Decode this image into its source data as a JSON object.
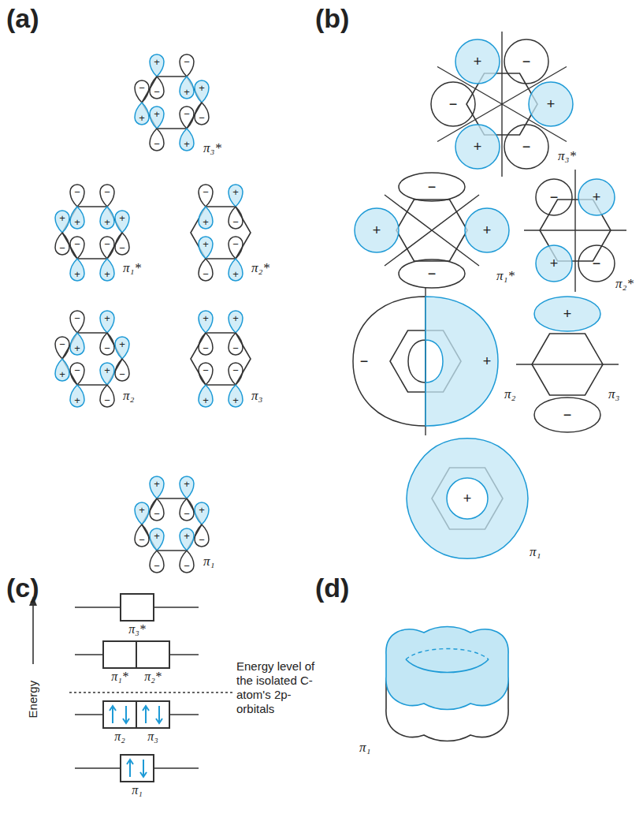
{
  "diagram": {
    "nodes": [
      {
        "text": [
          "+"
        ]
      },
      {
        "text": [
          "−"
        ]
      },
      {
        "text": [
          "−"
        ]
      },
      {
        "text": [
          "+"
        ]
      },
      {
        "text": [
          "+"
        ]
      },
      {
        "text": [
          "−"
        ]
      },
      {
        "text": [
          "−"
        ]
      },
      {
        "text": [
          "+"
        ]
      },
      {
        "text": [
          "+"
        ]
      },
      {
        "text": [
          "−"
        ]
      },
      {
        "text": [
          "−"
        ]
      },
      {
        "text": [
          "+"
        ]
      },
      {
        "text": [
          "−"
        ]
      },
      {
        "text": [
          "+"
        ]
      },
      {
        "text": [
          "−"
        ]
      },
      {
        "text": [
          "+"
        ]
      },
      {
        "text": [
          "+"
        ]
      },
      {
        "text": [
          "−"
        ]
      },
      {
        "text": [
          "−"
        ]
      },
      {
        "text": [
          "+"
        ]
      },
      {
        "text": [
          "−"
        ]
      },
      {
        "text": [
          "+"
        ]
      },
      {
        "text": [
          "+"
        ]
      },
      {
        "text": [
          "−"
        ]
      },
      {
        "text": [
          "−"
        ]
      },
      {
        "text": [
          "+"
        ]
      },
      {
        "text": [
          "+"
        ]
      },
      {
        "text": [
          "−"
        ]
      },
      {
        "text": [
          "−"
        ]
      },
      {
        "text": [
          "+"
        ]
      },
      {
        "text": [
          "+"
        ]
      },
      {
        "text": [
          "−"
        ]
      },
      {
        "text": [
          "−"
        ]
      },
      {
        "text": [
          "+"
        ]
      },
      {
        "text": [
          "+"
        ]
      },
      {
        "text": [
          "−"
        ]
      },
      {
        "text": [
          "+"
        ]
      },
      {
        "text": [
          "−"
        ]
      },
      {
        "text": [
          "+"
        ]
      },
      {
        "text": [
          "−"
        ]
      },
      {
        "text": [
          "−"
        ]
      },
      {
        "text": [
          "+"
        ]
      },
      {
        "text": [
          "−"
        ]
      },
      {
        "text": [
          "+"
        ]
      },
      {
        "text": [
          "+"
        ]
      },
      {
        "text": [
          "−"
        ]
      },
      {
        "text": [
          "+"
        ]
      },
      {
        "text": [
          "−"
        ]
      },
      {
        "text": [
          "−"
        ]
      },
      {
        "text": [
          "+"
        ]
      },
      {
        "text": [
          "−"
        ]
      },
      {
        "text": [
          "+"
        ]
      },
      {
        "text": [
          "+"
        ]
      },
      {
        "text": [
          "−"
        ]
      },
      {
        "text": [
          "+"
        ]
      },
      {
        "text": [
          "−"
        ]
      },
      {
        "text": [
          "+"
        ]
      },
      {
        "text": [
          "−"
        ]
      },
      {
        "text": [
          "+"
        ]
      },
      {
        "text": [
          "−"
        ]
      },
      {
        "text": [
          "+"
        ]
      },
      {
        "text": [
          "−"
        ]
      },
      {
        "text": [
          "+"
        ]
      },
      {
        "text": [
          "−"
        ]
      },
      {
        "text": [
          "+"
        ]
      },
      {
        "text": [
          "−"
        ]
      },
      {
        "text": [
          "−"
        ]
      },
      {
        "text": [
          "+"
        ]
      },
      {
        "text": [
          "+"
        ]
      },
      {
        "text": [
          "−"
        ]
      },
      {
        "text": [
          "−"
        ]
      },
      {
        "text": [
          "+"
        ]
      },
      {
        "text": [
          "+"
        ]
      },
      {
        "text": [
          "−"
        ]
      },
      {
        "text": [
          "−"
        ]
      },
      {
        "text": [
          "+"
        ]
      },
      {
        "text": [
          "+"
        ]
      },
      {
        "text": [
          "−"
        ]
      },
      {
        "text": [
          "−"
        ]
      },
      {
        "text": [
          "+"
        ]
      },
      {
        "text": [
          "+"
        ]
      },
      {
        "text": [
          "−"
        ]
      },
      {
        "text": [
          "+"
        ]
      },
      {
        "text": [
          "π₃*"
        ]
      },
      {
        "text": [
          "π₁*"
        ]
      },
      {
        "text": [
          "π₂*"
        ]
      },
      {
        "text": [
          "π₂"
        ]
      },
      {
        "text": [
          "π₃"
        ]
      },
      {
        "text": [
          "π₁"
        ]
      }
    ],
    "labels": [
      "(a)",
      "(b)",
      "(c)",
      "(d)",
      "π₃*",
      "π₁*",
      "π₂*",
      "π₂",
      "π₃",
      "π₁",
      "π₃*",
      "π₁*",
      "π₂*",
      "π₂",
      "π₃",
      "π₁",
      "π₁",
      "Energy",
      "Energy level of the isolated C-atom's 2p-orbitals"
    ]
  }
}
